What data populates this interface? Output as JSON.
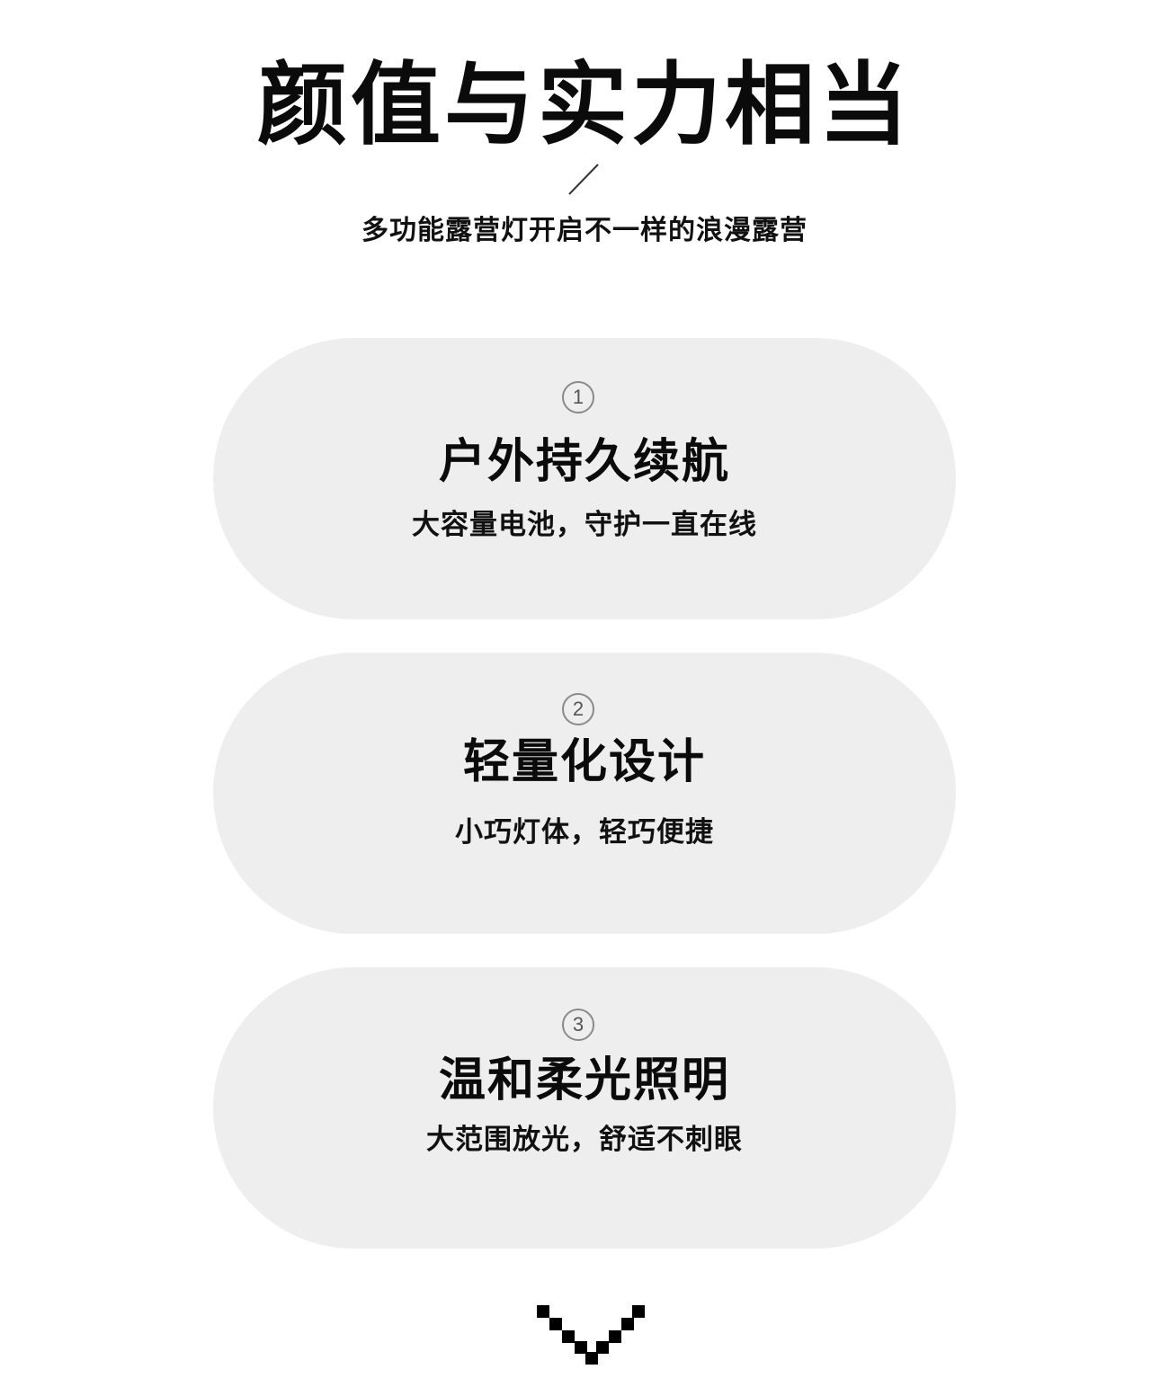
{
  "header": {
    "title": "颜值与实力相当",
    "subtitle": "多功能露营灯开启不一样的浪漫露营"
  },
  "features": [
    {
      "number": "1",
      "title": "户外持久续航",
      "description": "大容量电池，守护一直在线"
    },
    {
      "number": "2",
      "title": "轻量化设计",
      "description": "小巧灯体，轻巧便捷"
    },
    {
      "number": "3",
      "title": "温和柔光照明",
      "description": "大范围放光，舒适不刺眼"
    }
  ],
  "icons": {
    "divider": "slash-icon",
    "scroll": "chevron-down-icon"
  },
  "colors": {
    "background": "#ffffff",
    "card": "#eeeeee",
    "text": "#111111",
    "badge_border": "#8a8a8a"
  }
}
